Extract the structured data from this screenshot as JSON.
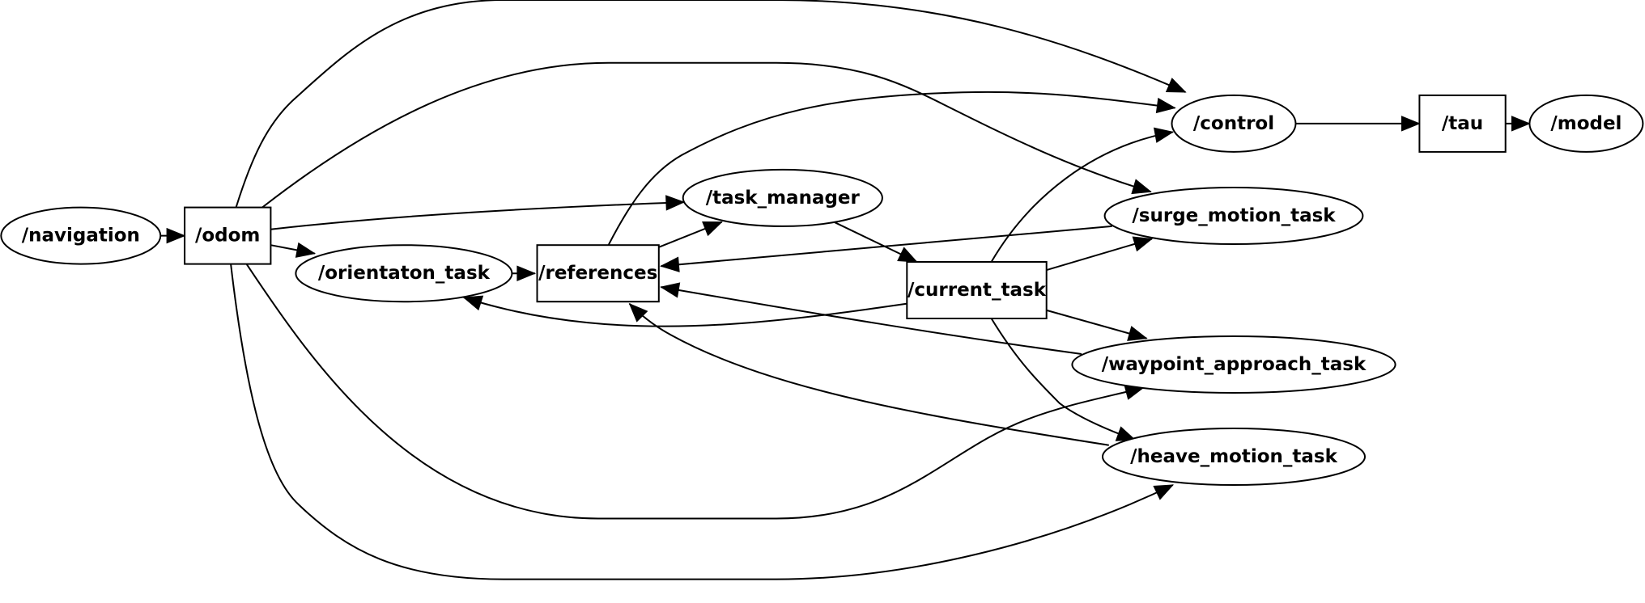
{
  "graph": {
    "nodes": [
      {
        "id": "navigation",
        "label": "/navigation",
        "shape": "ellipse"
      },
      {
        "id": "odom",
        "label": "/odom",
        "shape": "box"
      },
      {
        "id": "orientaton_task",
        "label": "/orientaton_task",
        "shape": "ellipse"
      },
      {
        "id": "references",
        "label": "/references",
        "shape": "box"
      },
      {
        "id": "task_manager",
        "label": "/task_manager",
        "shape": "ellipse"
      },
      {
        "id": "current_task",
        "label": "/current_task",
        "shape": "box"
      },
      {
        "id": "control",
        "label": "/control",
        "shape": "ellipse"
      },
      {
        "id": "tau",
        "label": "/tau",
        "shape": "box"
      },
      {
        "id": "model",
        "label": "/model",
        "shape": "ellipse"
      },
      {
        "id": "surge_motion_task",
        "label": "/surge_motion_task",
        "shape": "ellipse"
      },
      {
        "id": "waypoint_approach_task",
        "label": "/waypoint_approach_task",
        "shape": "ellipse"
      },
      {
        "id": "heave_motion_task",
        "label": "/heave_motion_task",
        "shape": "ellipse"
      }
    ],
    "edges": [
      {
        "from": "navigation",
        "to": "odom"
      },
      {
        "from": "odom",
        "to": "control"
      },
      {
        "from": "odom",
        "to": "surge_motion_task"
      },
      {
        "from": "odom",
        "to": "task_manager"
      },
      {
        "from": "odom",
        "to": "orientaton_task"
      },
      {
        "from": "odom",
        "to": "waypoint_approach_task"
      },
      {
        "from": "odom",
        "to": "heave_motion_task"
      },
      {
        "from": "orientaton_task",
        "to": "references"
      },
      {
        "from": "references",
        "to": "control"
      },
      {
        "from": "references",
        "to": "task_manager"
      },
      {
        "from": "task_manager",
        "to": "current_task"
      },
      {
        "from": "current_task",
        "to": "control"
      },
      {
        "from": "current_task",
        "to": "surge_motion_task"
      },
      {
        "from": "current_task",
        "to": "waypoint_approach_task"
      },
      {
        "from": "current_task",
        "to": "heave_motion_task"
      },
      {
        "from": "current_task",
        "to": "orientaton_task"
      },
      {
        "from": "surge_motion_task",
        "to": "references"
      },
      {
        "from": "waypoint_approach_task",
        "to": "references"
      },
      {
        "from": "heave_motion_task",
        "to": "references"
      },
      {
        "from": "control",
        "to": "tau"
      },
      {
        "from": "tau",
        "to": "model"
      }
    ]
  }
}
